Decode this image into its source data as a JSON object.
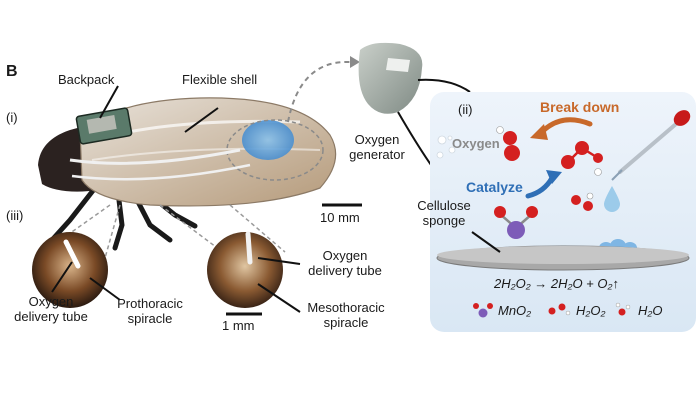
{
  "panel_letter": "B",
  "left_panel": {
    "roman_i": "(i)",
    "roman_iii": "(iii)",
    "backpack": "Backpack",
    "flexible_shell": "Flexible shell",
    "oxygen_generator_line1": "Oxygen",
    "oxygen_generator_line2": "generator",
    "scale_10mm": "10 mm",
    "scale_1mm": "1 mm",
    "left_inset": {
      "tube_line1": "Oxygen",
      "tube_line2": "delivery tube",
      "spiracle_line1": "Prothoracic",
      "spiracle_line2": "spiracle"
    },
    "right_inset": {
      "tube_line1": "Oxygen",
      "tube_line2": "delivery tube",
      "spiracle_line1": "Mesothoracic",
      "spiracle_line2": "spiracle"
    }
  },
  "right_panel": {
    "roman_ii": "(ii)",
    "break_down": "Break down",
    "oxygen": "Oxygen",
    "catalyze": "Catalyze",
    "sponge_line1": "Cellulose",
    "sponge_line2": "sponge",
    "equation": "2H₂O₂ → 2H₂O + O₂↑",
    "legend": {
      "mno2": "MnO₂",
      "h2o2": "H₂O₂",
      "h2o": "H₂O"
    }
  },
  "colors": {
    "arrow_orange": "#c8692a",
    "arrow_blue": "#2f6fb6",
    "oxygen_red": "#d42020",
    "manganese_purple": "#7d5cb8",
    "panel_bg": "#e3eef8"
  }
}
